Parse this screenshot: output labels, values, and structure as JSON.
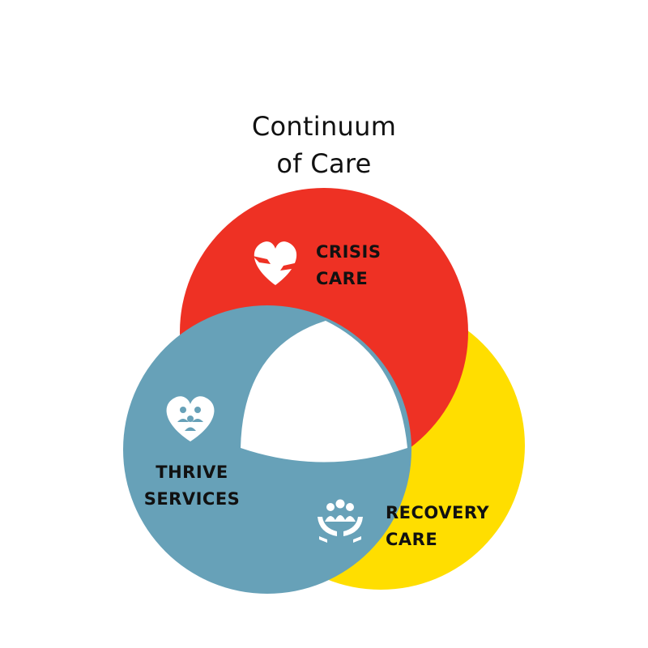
{
  "title": {
    "line1": "Continuum",
    "line2": "of Care"
  },
  "colors": {
    "crisis": "#ee3124",
    "recovery": "#ffde00",
    "thrive": "#67a1b8",
    "center": "#ffffff",
    "icon": "#ffffff",
    "text": "#111111"
  },
  "segments": {
    "crisis": {
      "line1": "CRISIS",
      "line2": "CARE",
      "icon": "heart-hands-icon"
    },
    "recovery": {
      "line1": "RECOVERY",
      "line2": "CARE",
      "icon": "family-in-hands-icon"
    },
    "thrive": {
      "line1": "THRIVE",
      "line2": "SERVICES",
      "icon": "heart-people-icon"
    }
  }
}
